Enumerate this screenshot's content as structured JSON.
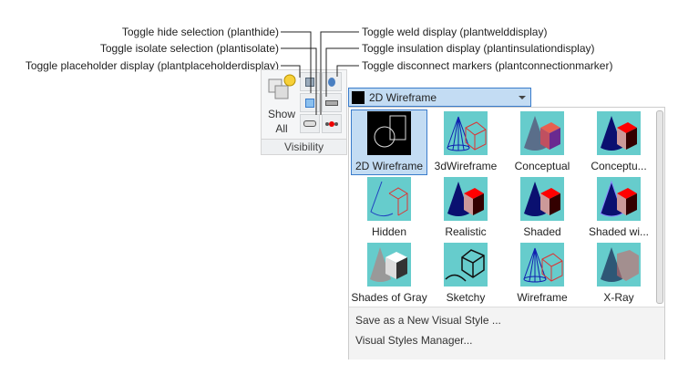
{
  "callouts": {
    "hide": "Toggle hide selection (planthide)",
    "isolate": "Toggle isolate selection (plantisolate)",
    "placeholder": "Toggle placeholder display (plantplaceholderdisplay)",
    "weld": "Toggle weld display (plantwelddisplay)",
    "insulation": "Toggle insulation display (plantinsulationdisplay)",
    "disconnect": "Toggle disconnect markers (plantconnectionmarker)"
  },
  "panel": {
    "show_all_line1": "Show",
    "show_all_line2": "All",
    "title": "Visibility"
  },
  "combo": {
    "value": "2D Wireframe"
  },
  "styles": [
    {
      "label": "2D Wireframe",
      "kind": "2d",
      "selected": true
    },
    {
      "label": "3dWireframe",
      "kind": "wire"
    },
    {
      "label": "Conceptual",
      "kind": "concept"
    },
    {
      "label": "Conceptu...",
      "kind": "concept2"
    },
    {
      "label": "Hidden",
      "kind": "hidden"
    },
    {
      "label": "Realistic",
      "kind": "shaded"
    },
    {
      "label": "Shaded",
      "kind": "shaded"
    },
    {
      "label": "Shaded wi...",
      "kind": "shadedw"
    },
    {
      "label": "Shades of Gray",
      "kind": "gray"
    },
    {
      "label": "Sketchy",
      "kind": "sketch"
    },
    {
      "label": "Wireframe",
      "kind": "wire"
    },
    {
      "label": "X-Ray",
      "kind": "xray"
    }
  ],
  "menu": {
    "save": "Save as a New Visual Style ...",
    "manager": "Visual Styles Manager..."
  },
  "colors": {
    "accent": "#3a7ccb",
    "selected_bg": "#c3dcf3",
    "thumb_bg": "#66cccc"
  }
}
